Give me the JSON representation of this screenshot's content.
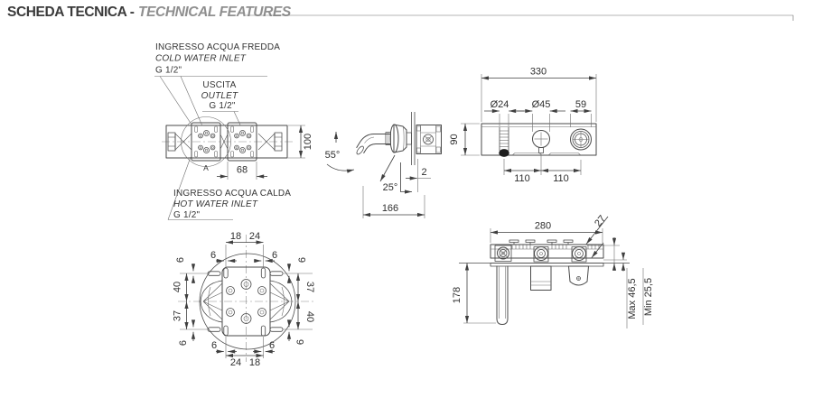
{
  "header": {
    "title_primary": "SCHEDA TECNICA -",
    "title_secondary": "TECHNICAL FEATURES"
  },
  "callouts": {
    "cold_inlet": {
      "line1": "INGRESSO ACQUA FREDDA",
      "line2": "COLD WATER INLET",
      "line3": "G 1/2\""
    },
    "outlet": {
      "line1": "USCITA",
      "line2": "OUTLET",
      "line3": "G 1/2\""
    },
    "hot_inlet": {
      "line1": "INGRESSO ACQUA CALDA",
      "line2": "HOT WATER INLET",
      "line3": "G 1/2\""
    },
    "detail_marker": "A"
  },
  "dimensions": {
    "rear_view": {
      "body_height": "100",
      "plate_width": "68"
    },
    "side_view": {
      "spout_end_angle": "55°",
      "spout_tilt_angle": "25°",
      "plate_offset": "2",
      "spout_reach": "166"
    },
    "front_view": {
      "total_width": "330",
      "spout_diameter": "Ø24",
      "handle_diameter": "Ø45",
      "diverter_width": "59",
      "body_height": "90",
      "spacing_left": "110",
      "spacing_right": "110"
    },
    "detail_a": {
      "top_left": "18",
      "top_right": "24",
      "bottom_left": "24",
      "bottom_right": "18",
      "left_upper": "40",
      "left_lower": "37",
      "right_upper": "37",
      "right_lower": "40",
      "slot_width": "6"
    },
    "top_view": {
      "bracket_width": "280",
      "bracket_depth": "27",
      "spout_length": "178",
      "max_depth": "Max 46,5",
      "min_depth": "Min 25,5"
    }
  }
}
